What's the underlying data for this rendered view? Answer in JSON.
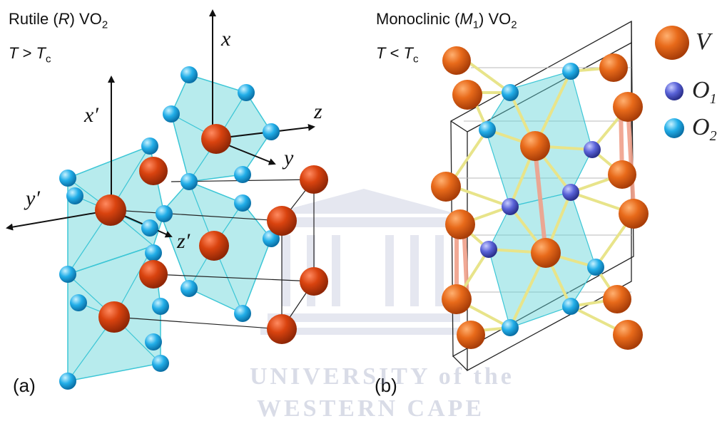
{
  "panel_a": {
    "title_prefix": "Rutile (",
    "title_italic": "R",
    "title_suffix": ") VO",
    "title_sub": "2",
    "cond_T": "T",
    "cond_op": " > ",
    "cond_Tc": "T",
    "cond_sub": "c",
    "tag": "(a)",
    "axes": {
      "x": "x",
      "y": "y",
      "z": "z",
      "xp": "x′",
      "yp": "y′",
      "zp": "z′"
    }
  },
  "panel_b": {
    "title_prefix": "Monoclinic (",
    "title_italic": "M",
    "title_italic_sub": "1",
    "title_suffix": ") VO",
    "title_sub": "2",
    "cond_T": "T",
    "cond_op": " < ",
    "cond_Tc": "T",
    "cond_sub": "c",
    "tag": "(b)"
  },
  "legend": {
    "items": [
      {
        "label": "V",
        "sub": "",
        "color": "#e0651a"
      },
      {
        "label": "O",
        "sub": "1",
        "color": "#5a63d8"
      },
      {
        "label": "O",
        "sub": "2",
        "color": "#22aee8"
      }
    ]
  },
  "watermark": {
    "line1": "UNIVERSITY of the",
    "line2": "WESTERN CAPE"
  },
  "colors": {
    "vanadium": "#e0651a",
    "vanadium_dark": "#c9450f",
    "oxygen1": "#5a63d8",
    "oxygen2": "#22aee8",
    "polyhedron": "#5fd3d6",
    "bond": "#e8e48a",
    "vv_pair": "#f0a08a"
  }
}
